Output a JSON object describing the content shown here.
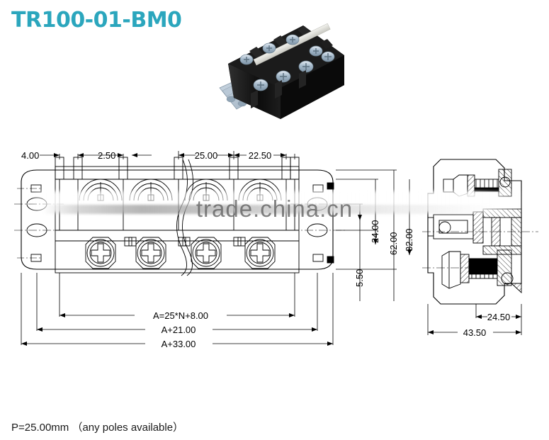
{
  "title": "TR100-01-BM0",
  "title_color": "#2ba6bd",
  "footer": {
    "pitch": "P=25.00mm",
    "note": "（any poles available）",
    "full": "P=25.00mm  （any poles available）"
  },
  "watermark": {
    "text": "trade.china.cn",
    "color": "#606060"
  },
  "photo": {
    "alt": "black terminal block with zinc plated phillips screws",
    "body_color": "#141414",
    "screw_color": "#9eb4c6",
    "bracket_color": "#b9c7d4"
  },
  "drawing": {
    "top_dimensions": [
      {
        "label": "4.00",
        "id": "dim-4-00"
      },
      {
        "label": "2.50",
        "id": "dim-2-50"
      },
      {
        "label": "25.00",
        "id": "dim-25-00"
      },
      {
        "label": "22.50",
        "id": "dim-22-50"
      }
    ],
    "bottom_dimensions": [
      {
        "label": "A=25*N+8.00",
        "id": "dim-a-formula"
      },
      {
        "label": "A+21.00",
        "id": "dim-a-21"
      },
      {
        "label": "A+33.00",
        "id": "dim-a-33"
      }
    ],
    "right_vertical_dimensions": [
      {
        "label": "5.50",
        "id": "dim-5-50"
      },
      {
        "label": "24.00",
        "id": "dim-24-00"
      },
      {
        "label": "62.00",
        "id": "dim-62-00"
      },
      {
        "label": "32.00",
        "id": "dim-32-00"
      }
    ],
    "side_view_dimensions": [
      {
        "label": "24.50",
        "id": "dim-24-50"
      },
      {
        "label": "43.50",
        "id": "dim-43-50"
      }
    ],
    "pole_count": 4,
    "line_color": "#000000"
  }
}
